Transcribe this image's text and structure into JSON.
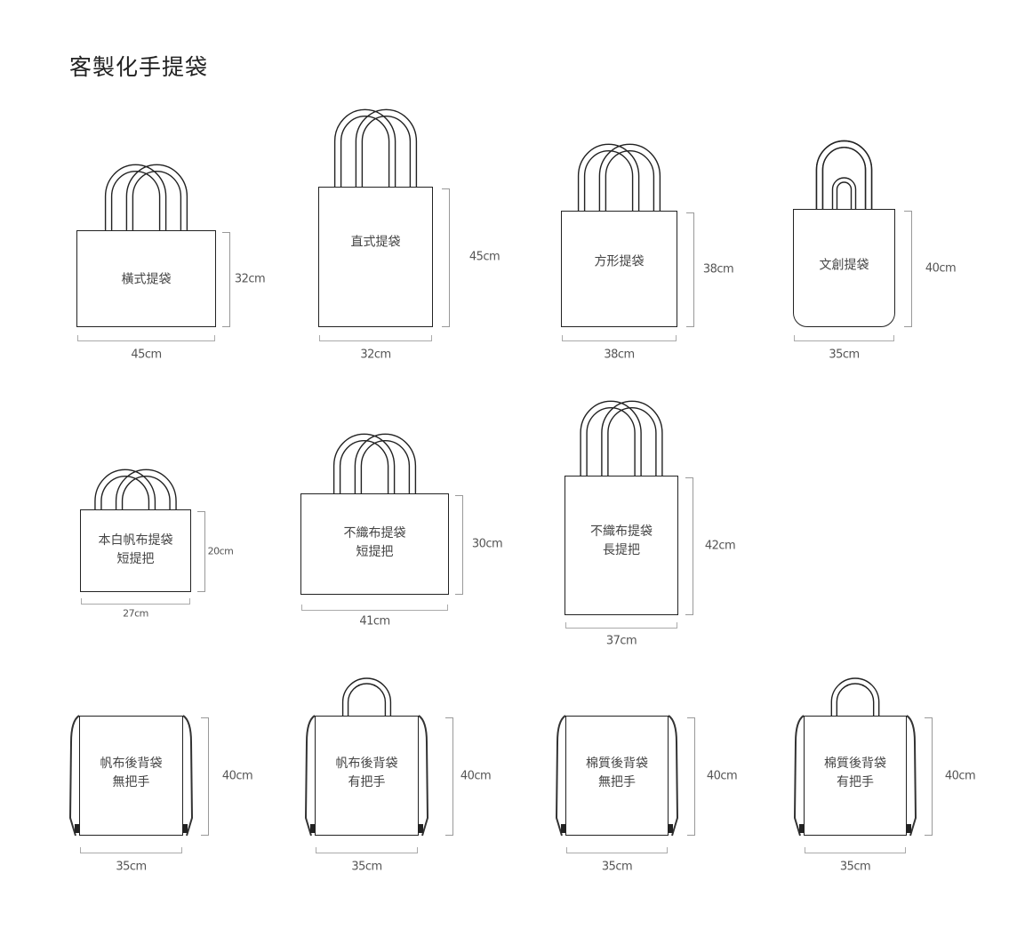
{
  "title": "客製化手提袋",
  "bags": [
    {
      "name": [
        "橫式提袋"
      ],
      "width": "45cm",
      "height": "32cm"
    },
    {
      "name": [
        "直式提袋"
      ],
      "width": "32cm",
      "height": "45cm"
    },
    {
      "name": [
        "方形提袋"
      ],
      "width": "38cm",
      "height": "38cm"
    },
    {
      "name": [
        "文創提袋"
      ],
      "width": "35cm",
      "height": "40cm"
    },
    {
      "name": [
        "本白帆布提袋",
        "短提把"
      ],
      "width": "27cm",
      "height": "20cm"
    },
    {
      "name": [
        "不織布提袋",
        "短提把"
      ],
      "width": "41cm",
      "height": "30cm"
    },
    {
      "name": [
        "不織布提袋",
        "長提把"
      ],
      "width": "37cm",
      "height": "42cm"
    },
    {
      "name": [
        "帆布後背袋",
        "無把手"
      ],
      "width": "35cm",
      "height": "40cm"
    },
    {
      "name": [
        "帆布後背袋",
        "有把手"
      ],
      "width": "35cm",
      "height": "40cm"
    },
    {
      "name": [
        "棉質後背袋",
        "無把手"
      ],
      "width": "35cm",
      "height": "40cm"
    },
    {
      "name": [
        "棉質後背袋",
        "有把手"
      ],
      "width": "35cm",
      "height": "40cm"
    }
  ]
}
